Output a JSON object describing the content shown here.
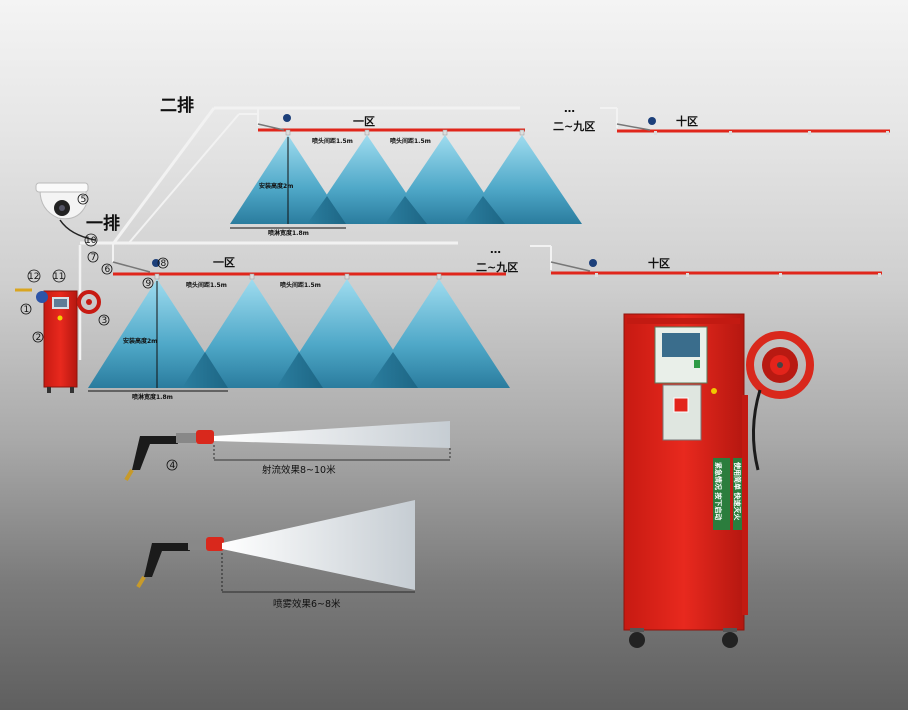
{
  "rows": {
    "row2_label": "二排",
    "row1_label": "一排"
  },
  "zones": {
    "zone1": "一区",
    "zone_mid": "二~九区",
    "zone10": "十区",
    "ellipsis": "…"
  },
  "labels": {
    "nozzle_spacing": "喷头间距1.5m",
    "install_height": "安装高度2m",
    "spray_width": "喷淋宽度1.8m",
    "jet_effect": "射流效果8~10米",
    "mist_effect": "喷雾效果6~8米"
  },
  "callouts": [
    "1",
    "2",
    "3",
    "4",
    "5",
    "6",
    "7",
    "8",
    "9",
    "10",
    "11",
    "12"
  ],
  "cabinet_panel": {
    "slogan_left": "紧急情况 按下启动",
    "slogan_right": "使用简单 快速灭火"
  },
  "icons": [
    "dome-camera-icon",
    "spray-gun-icon",
    "hose-reel-icon",
    "control-cabinet-icon",
    "nozzle-icon"
  ],
  "colors": {
    "pipe_red": "#e0261b",
    "pipe_white": "#f2f2f2",
    "cabinet_red": "#e3241b",
    "spray_cone": "#3f9fbf"
  }
}
